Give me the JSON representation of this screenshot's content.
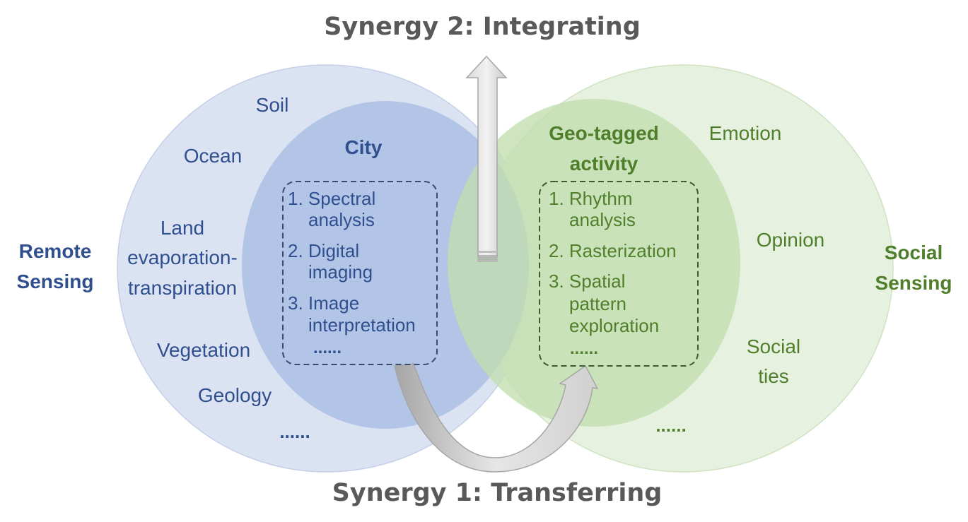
{
  "title_top": "Synergy 2: Integrating",
  "title_bottom": "Synergy 1: Transferring",
  "remote": {
    "name_line1": "Remote",
    "name_line2": "Sensing",
    "topics": {
      "soil": "Soil",
      "ocean": "Ocean",
      "land1": "Land",
      "land2": "evaporation-",
      "land3": "transpiration",
      "vegetation": "Vegetation",
      "geology": "Geology",
      "more": "......"
    },
    "focus": "City",
    "methods": {
      "m1a": "1. Spectral",
      "m1b": "analysis",
      "m2a": "2. Digital",
      "m2b": "imaging",
      "m3a": "3. Image",
      "m3b": "interpretation",
      "more": "......"
    },
    "colors": {
      "outer": "#dbe3f3",
      "inner": "#b3c5e6",
      "text": "#2f4f8f"
    }
  },
  "social": {
    "name_line1": "Social",
    "name_line2": "Sensing",
    "topics": {
      "emotion": "Emotion",
      "opinion": "Opinion",
      "ties1": "Social",
      "ties2": "ties",
      "more": "......"
    },
    "focus_line1": "Geo-tagged",
    "focus_line2": "activity",
    "methods": {
      "m1a": "1. Rhythm",
      "m1b": "analysis",
      "m2": "2. Rasterization",
      "m3a": "3. Spatial",
      "m3b": "pattern",
      "m3c": "exploration",
      "more": "......"
    },
    "colors": {
      "outer": "#e2efda",
      "inner": "#c6e0b4",
      "text": "#4f7f2a"
    }
  }
}
